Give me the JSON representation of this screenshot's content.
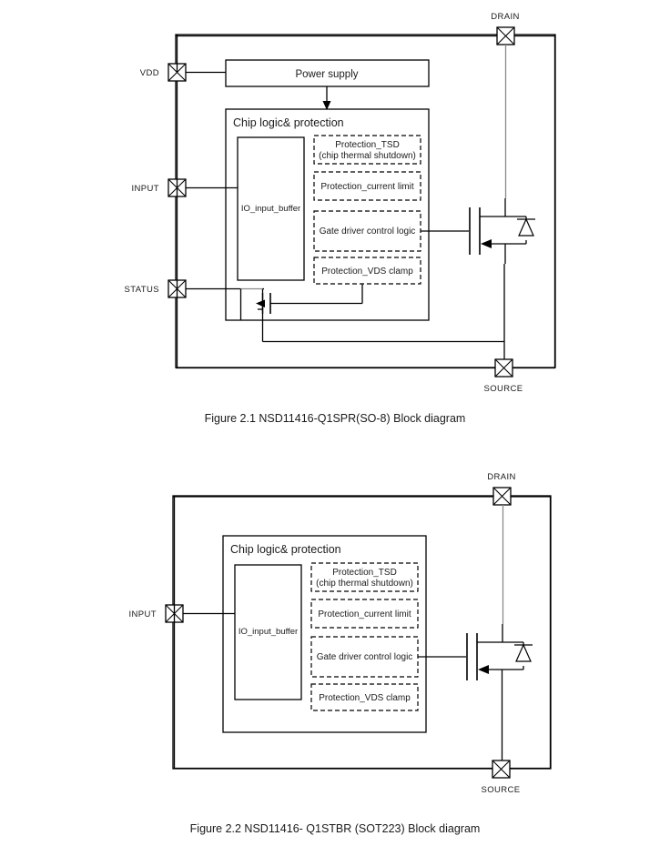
{
  "document": {
    "title": "NSD11416 Block Diagrams"
  },
  "figures": [
    {
      "id": "figure-2-1",
      "caption": "Figure 2.1 NSD11416-Q1SPR(SO-8) Block diagram",
      "pins": [
        {
          "name": "pin-vdd",
          "label": "VDD"
        },
        {
          "name": "pin-input",
          "label": "INPUT"
        },
        {
          "name": "pin-status",
          "label": "STATUS"
        },
        {
          "name": "pin-drain",
          "label": "DRAIN"
        },
        {
          "name": "pin-source",
          "label": "SOURCE"
        }
      ],
      "blocks": {
        "power_supply": "Power supply",
        "chip_logic": "Chip logic& protection",
        "io_buffer": "IO_input_buffer",
        "protection_tsd_line1": "Protection_TSD",
        "protection_tsd_line2": "(chip thermal shutdown)",
        "protection_current_limit": "Protection_current limit",
        "gate_driver": "Gate driver control logic",
        "protection_vds": "Protection_VDS clamp"
      },
      "symbols": {
        "power_mosfet": "n-channel-mosfet-symbol",
        "body_diode": "body-diode-symbol",
        "status_mosfet": "status-open-drain-mosfet-symbol",
        "supply_arrow": "down-arrow-icon"
      }
    },
    {
      "id": "figure-2-2",
      "caption": "Figure 2.2 NSD11416- Q1STBR (SOT223) Block diagram",
      "pins": [
        {
          "name": "pin-input",
          "label": "INPUT"
        },
        {
          "name": "pin-drain",
          "label": "DRAIN"
        },
        {
          "name": "pin-source",
          "label": "SOURCE"
        }
      ],
      "blocks": {
        "chip_logic": "Chip logic& protection",
        "io_buffer": "IO_input_buffer",
        "protection_tsd_line1": "Protection_TSD",
        "protection_tsd_line2": "(chip thermal shutdown)",
        "protection_current_limit": "Protection_current limit",
        "gate_driver": "Gate driver control logic",
        "protection_vds": "Protection_VDS clamp"
      },
      "symbols": {
        "power_mosfet": "n-channel-mosfet-symbol",
        "body_diode": "body-diode-symbol"
      }
    }
  ],
  "colors": {
    "line": "#000000",
    "grey_line": "#8a8a8a",
    "text": "#1a1a1a",
    "background": "#ffffff"
  }
}
